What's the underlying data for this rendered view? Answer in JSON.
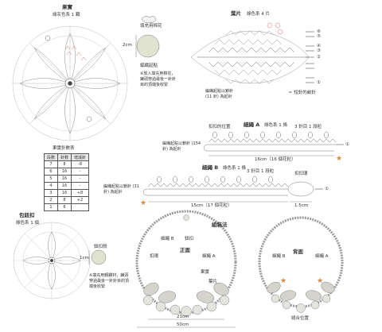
{
  "flower": {
    "title": "果實",
    "color": "綠灰色系 1 顆"
  },
  "ball": {
    "stuffing": "填充用棉花",
    "size": "2cm",
    "stitch": "編織起點",
    "note": "※放入填充用棉花，鍊頭穿過最後一針針目的頂端後收緊"
  },
  "leaf": {
    "title": "葉片",
    "color": "綠色系 4 片",
    "start": "編織起點以鎖針 (11 針) 為起針",
    "legend": "＝ 短針的畝針",
    "rows": [
      "⑥",
      "⑤",
      "④",
      "③",
      "②",
      "①"
    ]
  },
  "count_table": {
    "title": "果實針數表",
    "headers": [
      "段數",
      "針數",
      "增減針"
    ],
    "rows": [
      [
        "7",
        "8",
        "-8"
      ],
      [
        "6",
        "16",
        "-"
      ],
      [
        "5",
        "16",
        "-"
      ],
      [
        "4",
        "16",
        "-"
      ],
      [
        "3",
        "16",
        "+8"
      ],
      [
        "2",
        "8",
        "+2"
      ],
      [
        "1",
        "6",
        ""
      ]
    ]
  },
  "cord_a": {
    "title": "細繩 A",
    "color": "綠色系 1 條",
    "spacing": "3 針目 1 段粒",
    "start": "編織起點以鎖針 (154 針) 為起針",
    "length": "16cm（16 個花粒）"
  },
  "cord_b": {
    "title": "細繩 B",
    "color": "綠色系 1 條",
    "spacing": "3 針目 1 段粒",
    "loop": "扣扣環",
    "start": "編織起點以鎖針 (31 針) 為起針",
    "length": "15cm（17 個花粒）",
    "loop_size": "1.5cm"
  },
  "cord_a_end": {
    "title": "扣扣的位置"
  },
  "button": {
    "title": "包鈕扣",
    "color": "綠色系 1 個",
    "size": "1cm",
    "shell": "鈕扣殼",
    "note": "※填充用鋼鑽材，鍊頭穿過最後一針針目的頂端後收緊"
  },
  "assembly": {
    "title": "組裝法",
    "front": "正面",
    "back": "背面",
    "cord_b": "細繩 B",
    "cord_a": "細繩 A",
    "clasp": "扣環",
    "button_label": "鈕扣",
    "leaf": "葉片",
    "fruit": "果實",
    "join": "縫合位置",
    "width": "21cm",
    "length": "50cm"
  }
}
